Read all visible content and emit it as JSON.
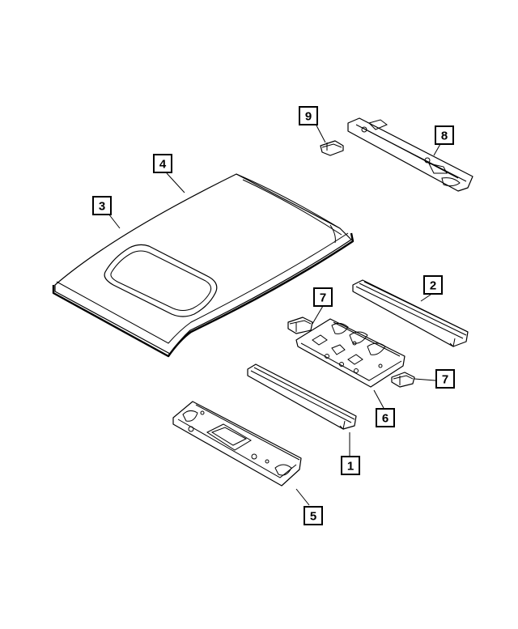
{
  "callouts": {
    "c1": "1",
    "c2": "2",
    "c3": "3",
    "c4": "4",
    "c5": "5",
    "c6": "6",
    "c7a": "7",
    "c7b": "7",
    "c8": "8",
    "c9": "9"
  },
  "colors": {
    "line": "#000000",
    "fill": "#ffffff"
  }
}
